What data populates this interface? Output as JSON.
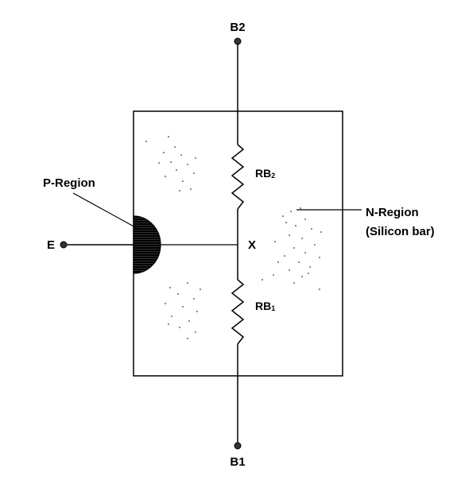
{
  "terminals": {
    "b2": "B2",
    "b1": "B1",
    "e": "E"
  },
  "junction": "X",
  "resistors": {
    "top": {
      "main": "RB",
      "sub": "2"
    },
    "bottom": {
      "main": "RB",
      "sub": "1"
    }
  },
  "regions": {
    "p": "P-Region",
    "n_line1": "N-Region",
    "n_line2": "(Silicon bar)"
  },
  "colors": {
    "line": "#000000",
    "background": "#ffffff"
  }
}
